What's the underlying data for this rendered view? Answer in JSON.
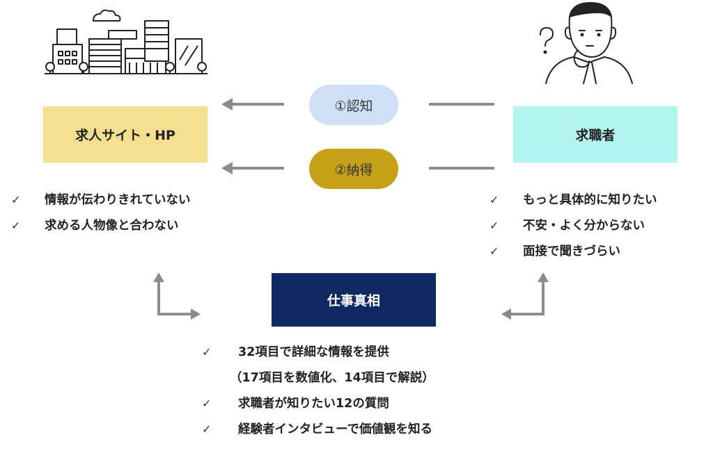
{
  "site_box": {
    "label": "求人サイト・HP"
  },
  "seeker_box": {
    "label": "求職者"
  },
  "truth_box": {
    "label": "仕事真相"
  },
  "steps": [
    {
      "label": "①認知",
      "color": "#cfe0f6"
    },
    {
      "label": "②納得",
      "color": "#c5a218"
    }
  ],
  "site_issues": [
    "情報が伝わりきれていない",
    "求める人物像と合わない"
  ],
  "seeker_issues": [
    "もっと具体的に知りたい",
    "不安・よく分からない",
    "面接で聞きづらい"
  ],
  "truth_features": {
    "item1": "32項目で詳細な情報を提供",
    "item1_sub": "（17項目を数値化、14項目で解説）",
    "item2": "求職者が知りたい12の質問",
    "item3": "経験者インタビューで価値観を知る"
  },
  "check_mark": "✓",
  "colors": {
    "site": "#f3e08f",
    "seeker": "#b2f5ee",
    "truth": "#0f2a63",
    "arrow": "#8c8c8c"
  },
  "icons": [
    "city-buildings-icon",
    "thinking-person-icon"
  ]
}
